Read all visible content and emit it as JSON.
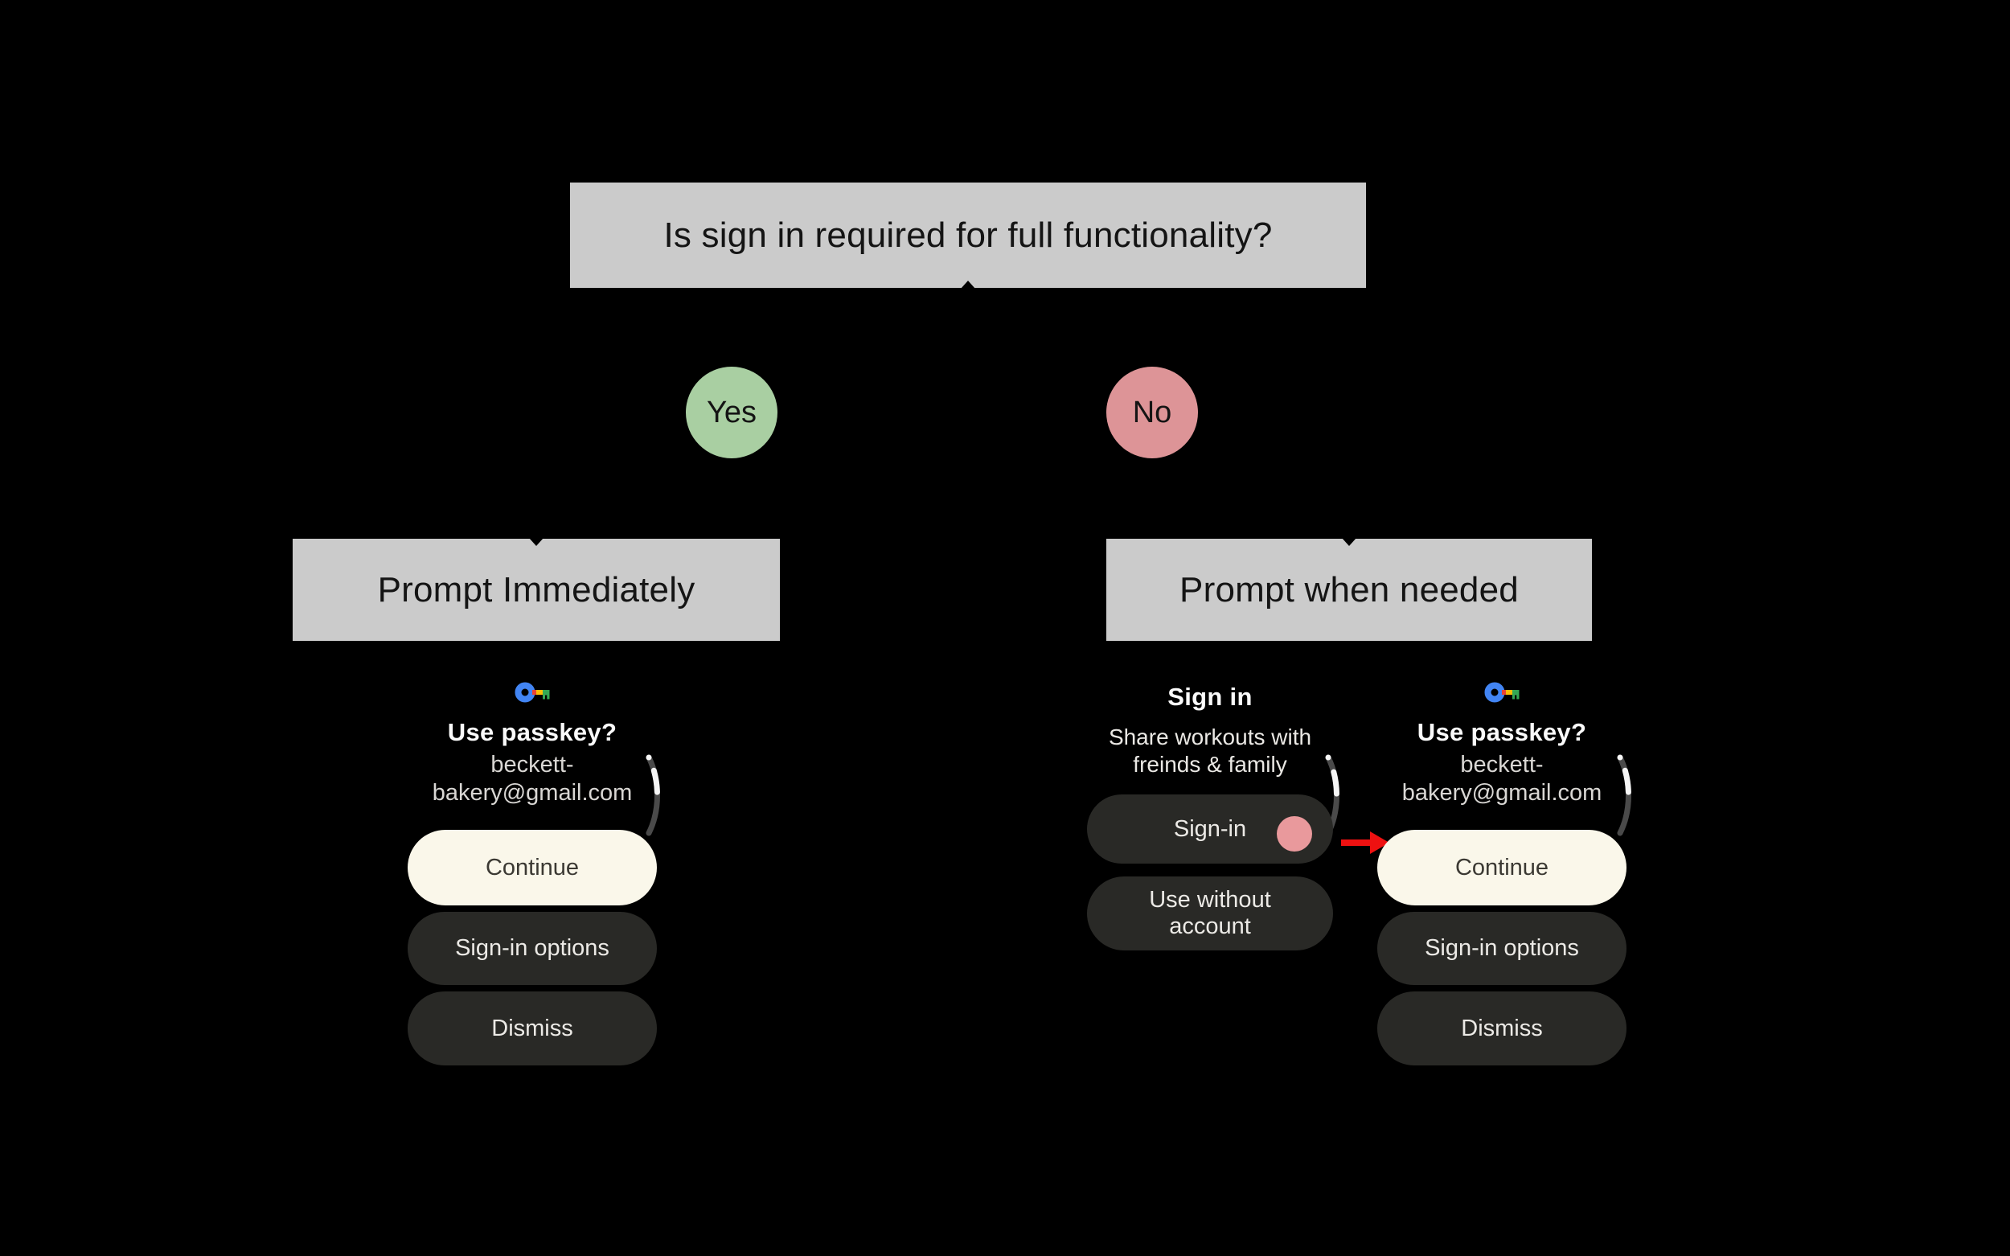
{
  "flowchart": {
    "question": "Is sign in required for full functionality?",
    "yes_branch": {
      "label": "Yes",
      "title": "Prompt Immediately"
    },
    "no_branch": {
      "label": "No",
      "title": "Prompt when needed"
    }
  },
  "passkey_screen": {
    "icon": "passkey-key-icon",
    "title": "Use passkey?",
    "email_lines": [
      "beckett-",
      "bakery@gmail.com"
    ],
    "continue_label": "Continue",
    "signin_options_label": "Sign-in options",
    "dismiss_label": "Dismiss"
  },
  "signin_screen": {
    "title": "Sign in",
    "subtitle_lines": [
      "Share workouts with",
      "freinds & family"
    ],
    "signin_label": "Sign-in",
    "use_without_account_label": "Use without account"
  },
  "icons": {
    "passkey_key": "passkey-key-icon",
    "scroll_indicator": "scroll-position-arc",
    "touch_indicator": "touch-indicator-dot",
    "flow_arrow": "red-arrow-icon"
  },
  "colors": {
    "background": "#000000",
    "flow_box_gray": "#cbcbcb",
    "yes_green": "#a9cfa2",
    "no_pink": "#dd9497",
    "continue_cream": "#faf7ea",
    "button_dark": "#292926",
    "touch_dot_pink": "#e9999c",
    "arrow_red": "#ee1111",
    "key_blue": "#4285F4",
    "key_red": "#EA4335",
    "key_yellow": "#FBBC04",
    "key_green": "#34A853"
  }
}
